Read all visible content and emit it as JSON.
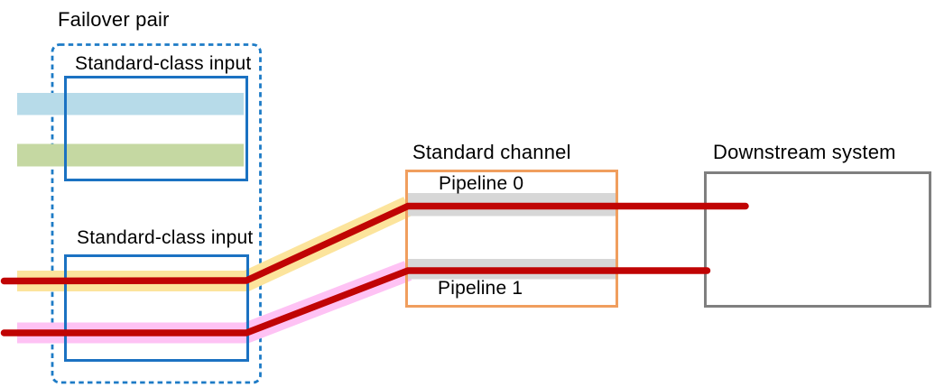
{
  "labels": {
    "failover_pair": "Failover pair",
    "input_top": "Standard-class input",
    "input_bottom": "Standard-class input",
    "standard_channel": "Standard channel",
    "pipeline_0": "Pipeline 0",
    "pipeline_1": "Pipeline 1",
    "downstream_system": "Downstream system"
  },
  "colors": {
    "dashed_border_blue": "#1d7bc6",
    "input_box_border_blue": "#1b72c2",
    "channel_border_orange": "#f09e5e",
    "downstream_border_gray": "#7f7f7f",
    "band_light_blue": "#b7dbe9",
    "band_light_green": "#c5d8a2",
    "band_yellow": "#fce49c",
    "band_pink": "#fec2f4",
    "band_gray": "#d7d7d7",
    "line_dark_red": "#c00404",
    "text": "#000000",
    "background": "#ffffff"
  }
}
